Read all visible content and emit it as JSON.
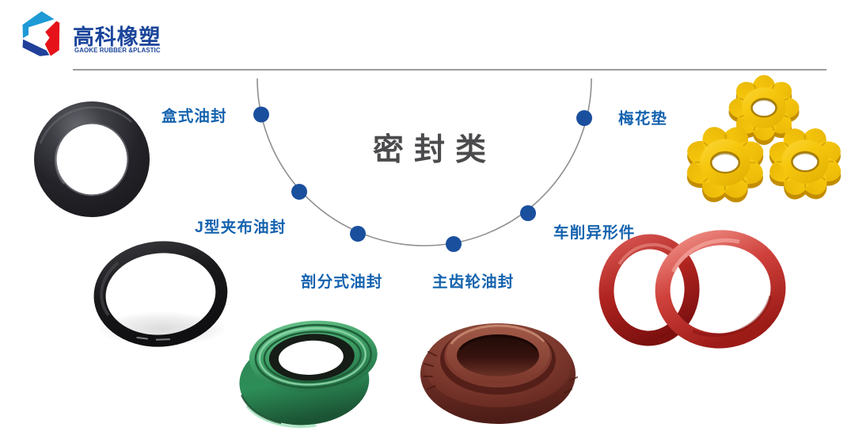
{
  "brand": {
    "name_zh": "高科橡塑",
    "name_en": "GAOKE RUBBER &PLASTIC",
    "logo_colors": {
      "light_blue": "#1e9ad6",
      "dark_blue": "#20409a",
      "red": "#e6121a"
    }
  },
  "diagram": {
    "title": "密封类",
    "title_color": "#4b4b4d",
    "arc_color": "#8f8f8f",
    "dot_color": "#1a4f9e",
    "label_color": "#1563af",
    "categories": [
      {
        "label": "盒式油封"
      },
      {
        "label": "J型夹布油封"
      },
      {
        "label": "剖分式油封"
      },
      {
        "label": "主齿轮油封"
      },
      {
        "label": "车削异形件"
      },
      {
        "label": "梅花垫"
      }
    ]
  },
  "products": [
    {
      "name": "cassette-oil-seal",
      "color": "#232328"
    },
    {
      "name": "j-type-fabric-oil-seal",
      "color": "#141416"
    },
    {
      "name": "split-oil-seal",
      "color": "#3a9e63"
    },
    {
      "name": "main-gear-oil-seal",
      "color": "#753329"
    },
    {
      "name": "turned-special-parts",
      "color": "#c2201d"
    },
    {
      "name": "plum-blossom-couplings",
      "color": "#f3c100"
    }
  ]
}
